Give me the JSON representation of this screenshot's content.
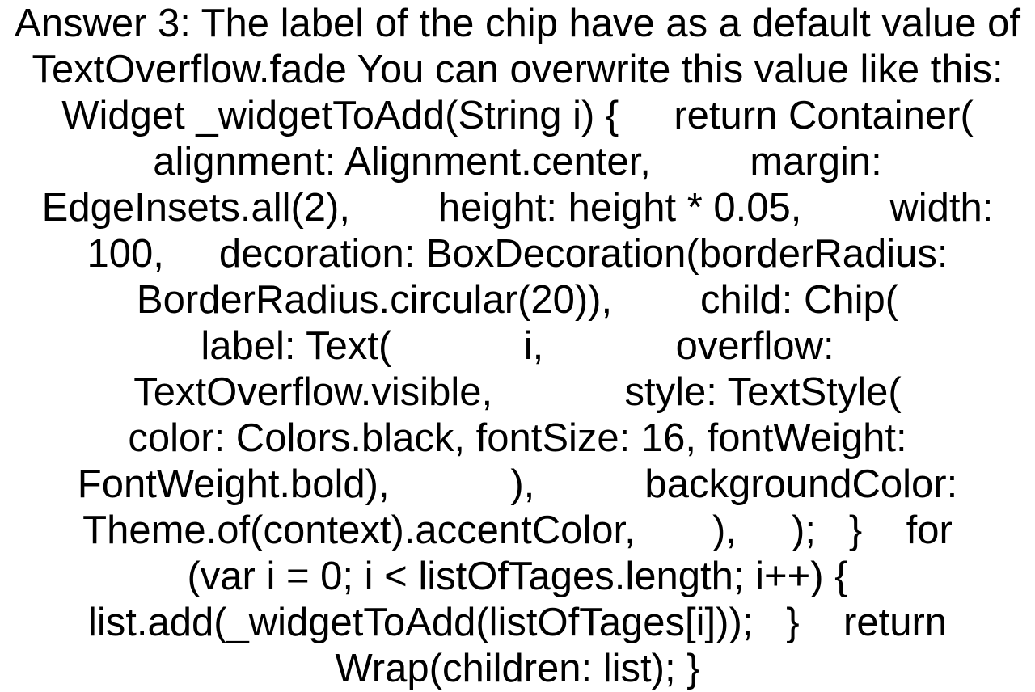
{
  "page": {
    "background_color": "#ffffff",
    "text_color": "#000000"
  },
  "answer": {
    "lines": [
      "Answer 3: The label of the chip have as a default value of",
      "TextOverflow.fade You can overwrite this value like this:",
      "Widget _widgetToAdd(String i) {     return Container(",
      "alignment: Alignment.center,         margin:",
      "EdgeInsets.all(2),        height: height * 0.05,        width:",
      "100,     decoration: BoxDecoration(borderRadius:",
      "BorderRadius.circular(20)),        child: Chip(",
      "label: Text(            i,            overflow:",
      "TextOverflow.visible,            style: TextStyle(",
      "color: Colors.black, fontSize: 16, fontWeight:",
      "FontWeight.bold),           ),          backgroundColor:",
      "Theme.of(context).accentColor,       ),     );   }    for",
      "(var i = 0; i < listOfTages.length; i++) {",
      "list.add(_widgetToAdd(listOfTages[i]));   }    return",
      "Wrap(children: list); }"
    ]
  }
}
